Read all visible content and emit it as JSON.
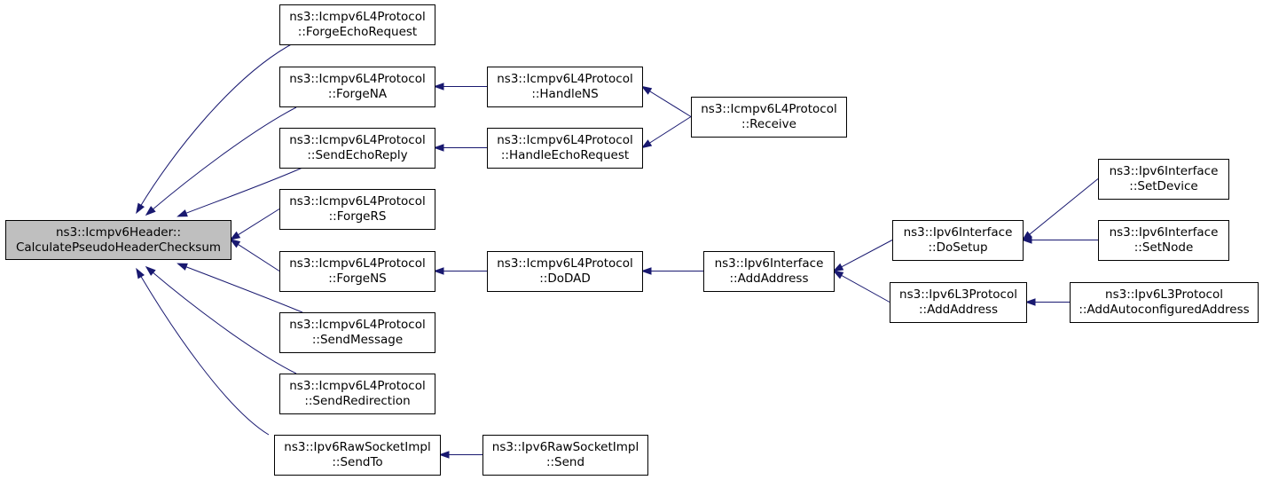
{
  "colors": {
    "edge": "#191970",
    "focus_fill": "#bfbfbf",
    "node_fill": "#ffffff",
    "border": "#000000"
  },
  "nodes": [
    {
      "id": "root",
      "lines": [
        "ns3::Icmpv6Header::",
        "CalculatePseudoHeaderChecksum"
      ],
      "focus": true
    },
    {
      "id": "forge_echo_request",
      "lines": [
        "ns3::Icmpv6L4Protocol",
        "::ForgeEchoRequest"
      ]
    },
    {
      "id": "forge_na",
      "lines": [
        "ns3::Icmpv6L4Protocol",
        "::ForgeNA"
      ]
    },
    {
      "id": "send_echo_reply",
      "lines": [
        "ns3::Icmpv6L4Protocol",
        "::SendEchoReply"
      ]
    },
    {
      "id": "forge_rs",
      "lines": [
        "ns3::Icmpv6L4Protocol",
        "::ForgeRS"
      ]
    },
    {
      "id": "forge_ns",
      "lines": [
        "ns3::Icmpv6L4Protocol",
        "::ForgeNS"
      ]
    },
    {
      "id": "send_message",
      "lines": [
        "ns3::Icmpv6L4Protocol",
        "::SendMessage"
      ]
    },
    {
      "id": "send_redirection",
      "lines": [
        "ns3::Icmpv6L4Protocol",
        "::SendRedirection"
      ]
    },
    {
      "id": "raw_send_to",
      "lines": [
        "ns3::Ipv6RawSocketImpl",
        "::SendTo"
      ]
    },
    {
      "id": "handle_ns",
      "lines": [
        "ns3::Icmpv6L4Protocol",
        "::HandleNS"
      ]
    },
    {
      "id": "handle_echo_request",
      "lines": [
        "ns3::Icmpv6L4Protocol",
        "::HandleEchoRequest"
      ]
    },
    {
      "id": "receive",
      "lines": [
        "ns3::Icmpv6L4Protocol",
        "::Receive"
      ]
    },
    {
      "id": "do_dad",
      "lines": [
        "ns3::Icmpv6L4Protocol",
        "::DoDAD"
      ]
    },
    {
      "id": "raw_send",
      "lines": [
        "ns3::Ipv6RawSocketImpl",
        "::Send"
      ]
    },
    {
      "id": "if_add_address",
      "lines": [
        "ns3::Ipv6Interface",
        "::AddAddress"
      ]
    },
    {
      "id": "if_do_setup",
      "lines": [
        "ns3::Ipv6Interface",
        "::DoSetup"
      ]
    },
    {
      "id": "l3_add_address",
      "lines": [
        "ns3::Ipv6L3Protocol",
        "::AddAddress"
      ]
    },
    {
      "id": "if_set_device",
      "lines": [
        "ns3::Ipv6Interface",
        "::SetDevice"
      ]
    },
    {
      "id": "if_set_node",
      "lines": [
        "ns3::Ipv6Interface",
        "::SetNode"
      ]
    },
    {
      "id": "l3_add_autoconf",
      "lines": [
        "ns3::Ipv6L3Protocol",
        "::AddAutoconfiguredAddress"
      ]
    }
  ],
  "edges": [
    {
      "from": "forge_echo_request",
      "to": "root"
    },
    {
      "from": "forge_na",
      "to": "root"
    },
    {
      "from": "send_echo_reply",
      "to": "root"
    },
    {
      "from": "forge_rs",
      "to": "root"
    },
    {
      "from": "forge_ns",
      "to": "root"
    },
    {
      "from": "send_message",
      "to": "root"
    },
    {
      "from": "send_redirection",
      "to": "root"
    },
    {
      "from": "raw_send_to",
      "to": "root"
    },
    {
      "from": "handle_ns",
      "to": "forge_na"
    },
    {
      "from": "handle_echo_request",
      "to": "send_echo_reply"
    },
    {
      "from": "receive",
      "to": "handle_ns"
    },
    {
      "from": "receive",
      "to": "handle_echo_request"
    },
    {
      "from": "do_dad",
      "to": "forge_ns"
    },
    {
      "from": "raw_send",
      "to": "raw_send_to"
    },
    {
      "from": "if_add_address",
      "to": "do_dad"
    },
    {
      "from": "if_do_setup",
      "to": "if_add_address"
    },
    {
      "from": "l3_add_address",
      "to": "if_add_address"
    },
    {
      "from": "if_set_device",
      "to": "if_do_setup"
    },
    {
      "from": "if_set_node",
      "to": "if_do_setup"
    },
    {
      "from": "l3_add_autoconf",
      "to": "l3_add_address"
    }
  ]
}
